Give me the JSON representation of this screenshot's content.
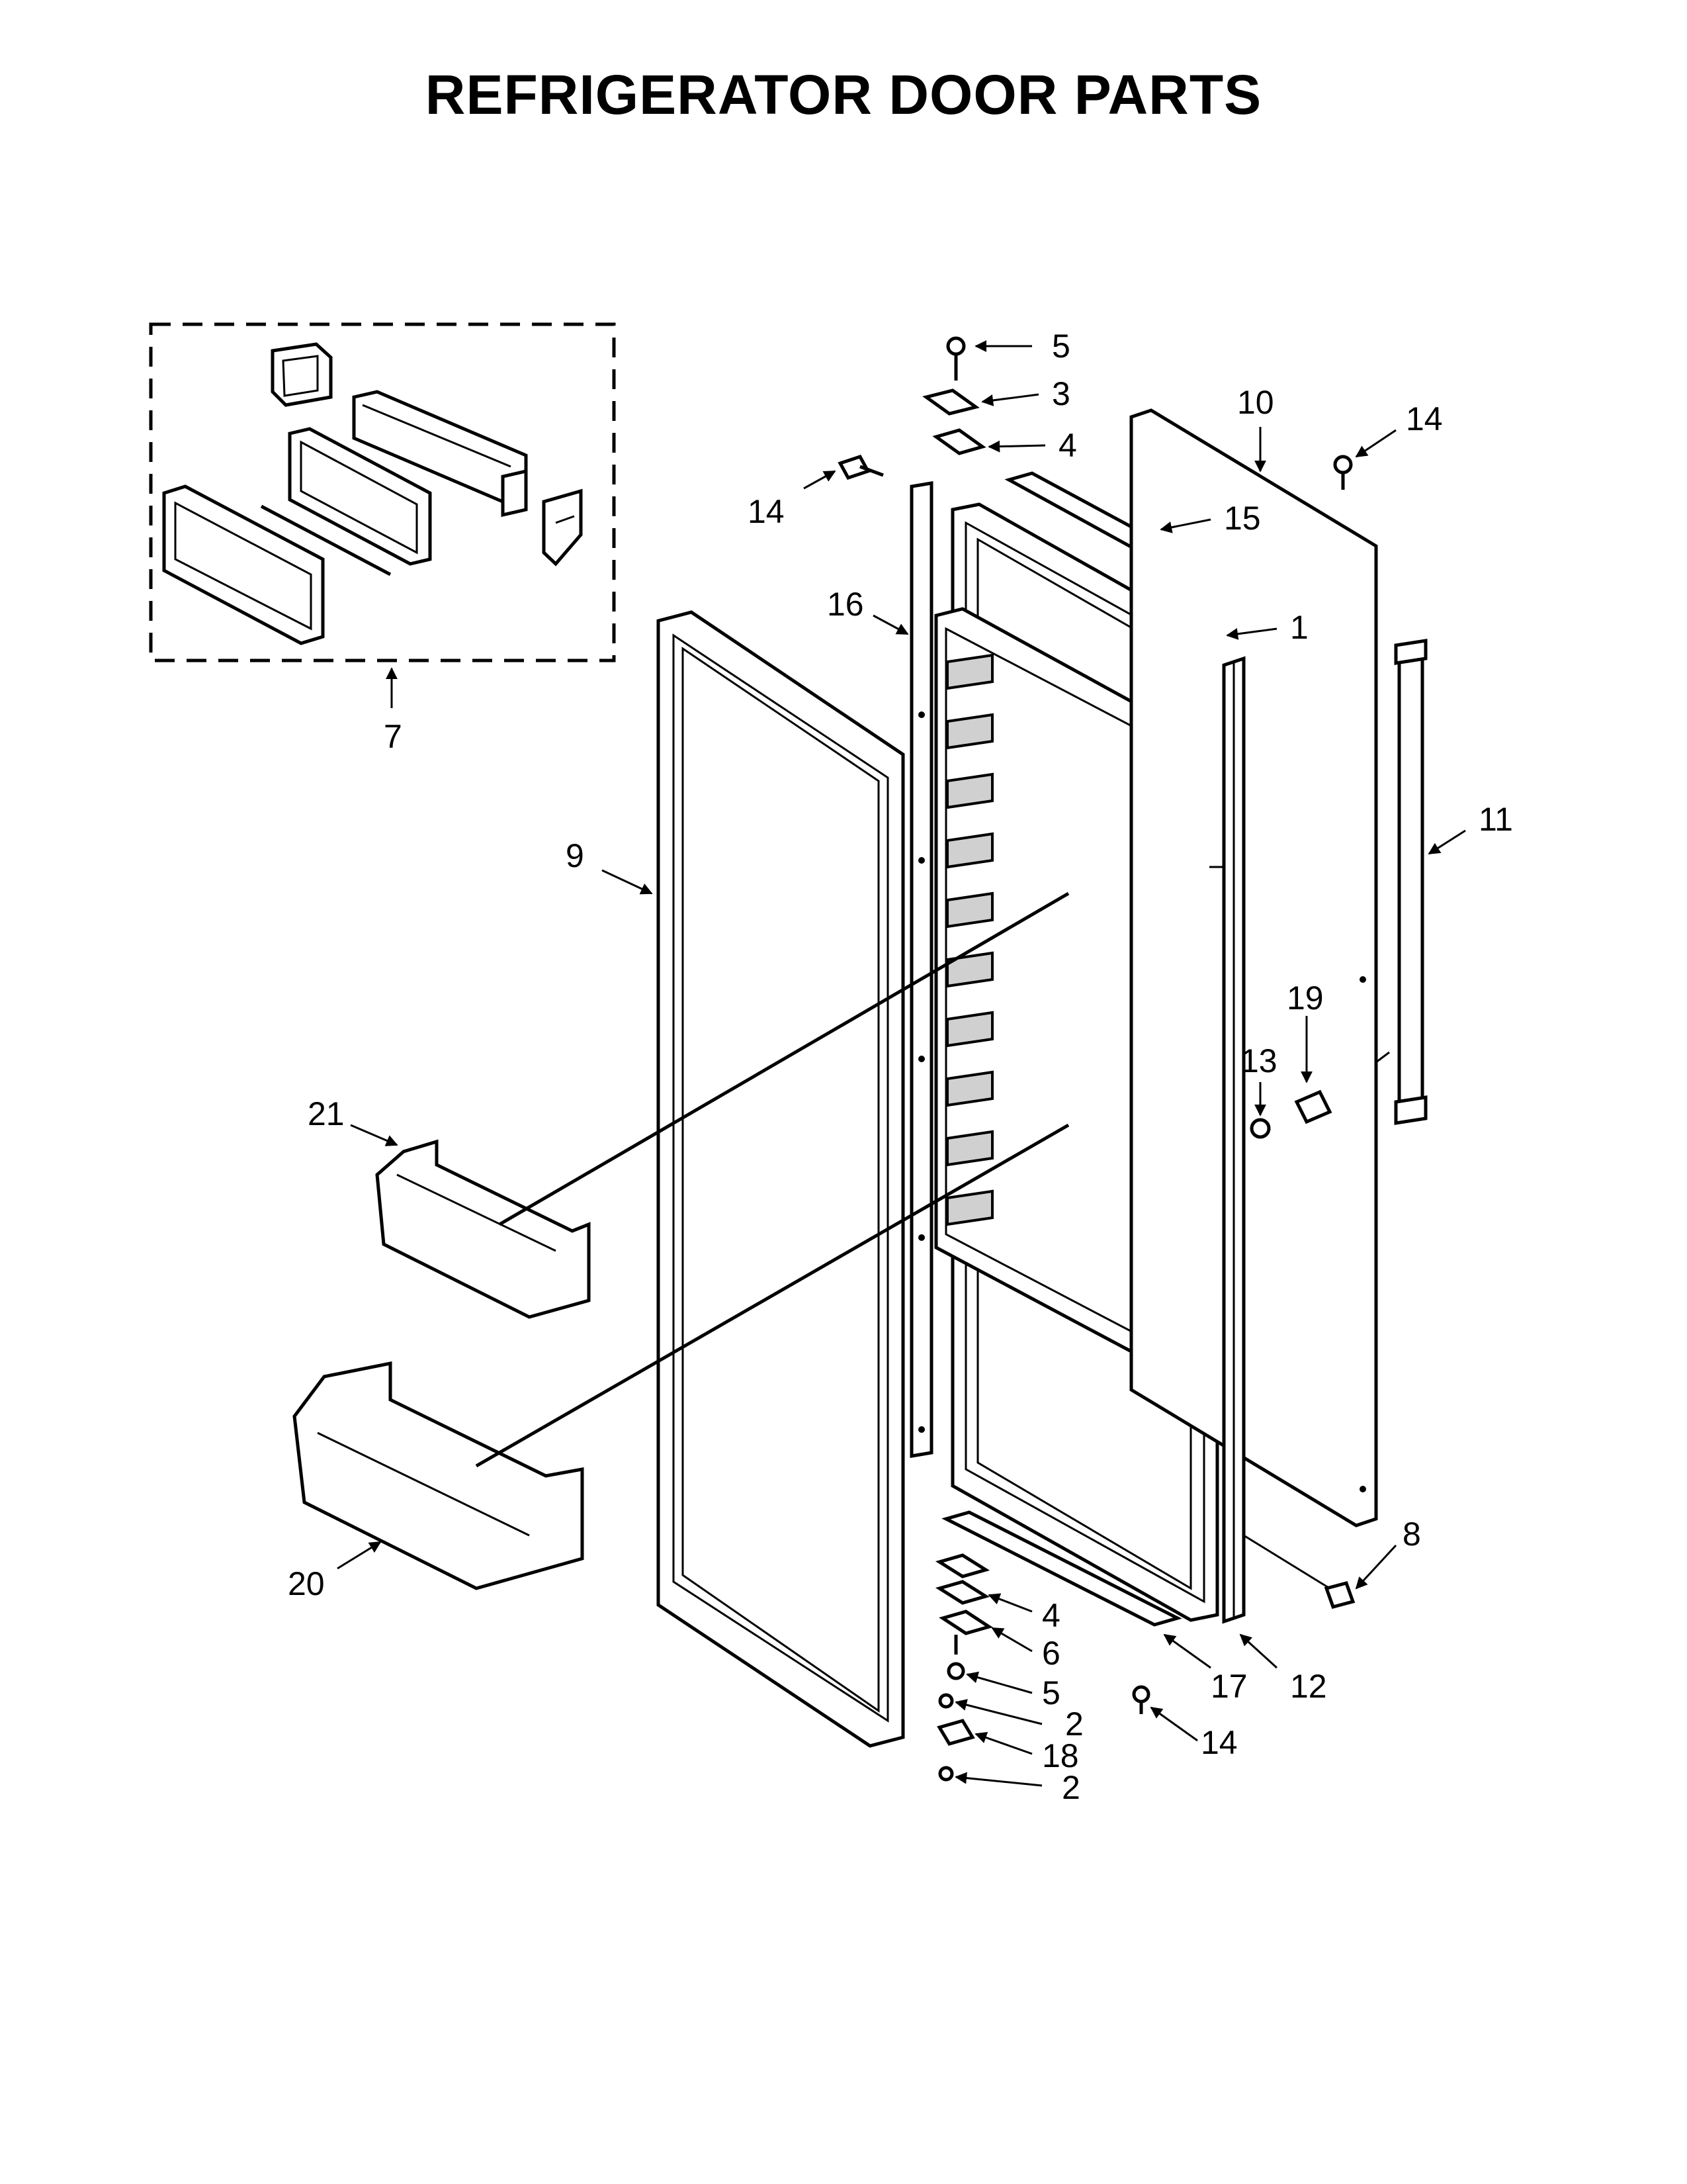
{
  "title": "REFRIGERATOR DOOR PARTS",
  "callouts": [
    {
      "id": "c5-top",
      "label": "5"
    },
    {
      "id": "c3",
      "label": "3"
    },
    {
      "id": "c4-top",
      "label": "4"
    },
    {
      "id": "c10",
      "label": "10"
    },
    {
      "id": "c14-right",
      "label": "14"
    },
    {
      "id": "c14-left",
      "label": "14"
    },
    {
      "id": "c15",
      "label": "15"
    },
    {
      "id": "c16",
      "label": "16"
    },
    {
      "id": "c1",
      "label": "1"
    },
    {
      "id": "c7",
      "label": "7"
    },
    {
      "id": "c9",
      "label": "9"
    },
    {
      "id": "c11",
      "label": "11"
    },
    {
      "id": "c19",
      "label": "19"
    },
    {
      "id": "c13",
      "label": "13"
    },
    {
      "id": "c21",
      "label": "21"
    },
    {
      "id": "c20",
      "label": "20"
    },
    {
      "id": "c8",
      "label": "8"
    },
    {
      "id": "c4-bottom",
      "label": "4"
    },
    {
      "id": "c6",
      "label": "6"
    },
    {
      "id": "c17",
      "label": "17"
    },
    {
      "id": "c12",
      "label": "12"
    },
    {
      "id": "c5-bottom",
      "label": "5"
    },
    {
      "id": "c2-upper",
      "label": "2"
    },
    {
      "id": "c18",
      "label": "18"
    },
    {
      "id": "c14-bottom",
      "label": "14"
    },
    {
      "id": "c2-lower",
      "label": "2"
    }
  ]
}
